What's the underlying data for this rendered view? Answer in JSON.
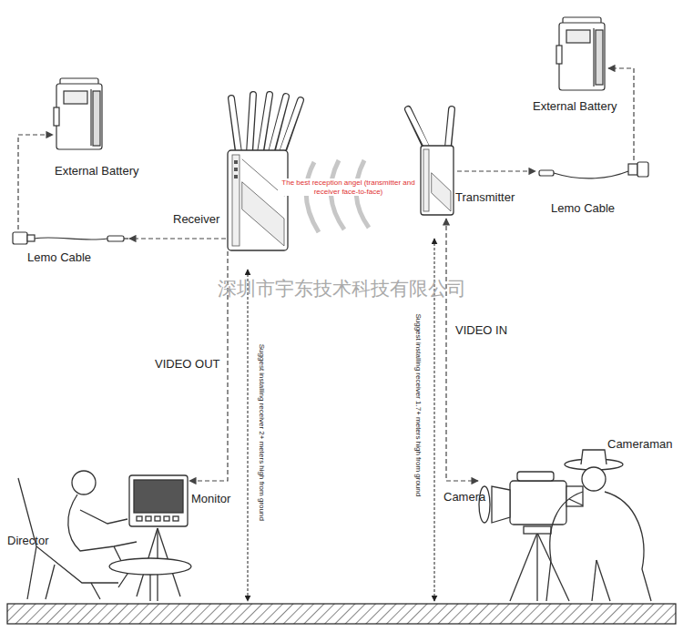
{
  "diagram": {
    "nodes": [
      {
        "text": [
          "External Battery"
        ]
      },
      {
        "text": [
          "Receiver"
        ]
      },
      {
        "text": [
          "Lemo Cable"
        ]
      },
      {
        "text": [
          "External Battery"
        ]
      },
      {
        "text": [
          "Transmitter"
        ]
      },
      {
        "text": [
          "Lemo Cable"
        ]
      },
      {
        "text": [
          "Monitor"
        ]
      },
      {
        "text": [
          "Camera"
        ]
      }
    ],
    "edges": [
      {
        "from": 1,
        "to": 2,
        "arrow": "to"
      },
      {
        "from": 2,
        "to": 0,
        "arrow": "to"
      },
      {
        "from": 1,
        "to": 6,
        "label": "VIDEO OUT",
        "arrow": "to"
      },
      {
        "from": 4,
        "to": 5,
        "arrow": "to"
      },
      {
        "from": 5,
        "to": 3,
        "arrow": "to"
      },
      {
        "from": 4,
        "to": 7,
        "label": "VIDEO IN",
        "arrow": "both"
      }
    ],
    "labels": [
      "The best reception angel (transmitter and receiver face-to-face)",
      "深圳市宇东技术科技有限公司",
      "Suggest installing receiver 2+ meters high from ground",
      "Suggest installing receiver 1.7+ meters high from ground",
      "Director",
      "Cameraman"
    ]
  }
}
